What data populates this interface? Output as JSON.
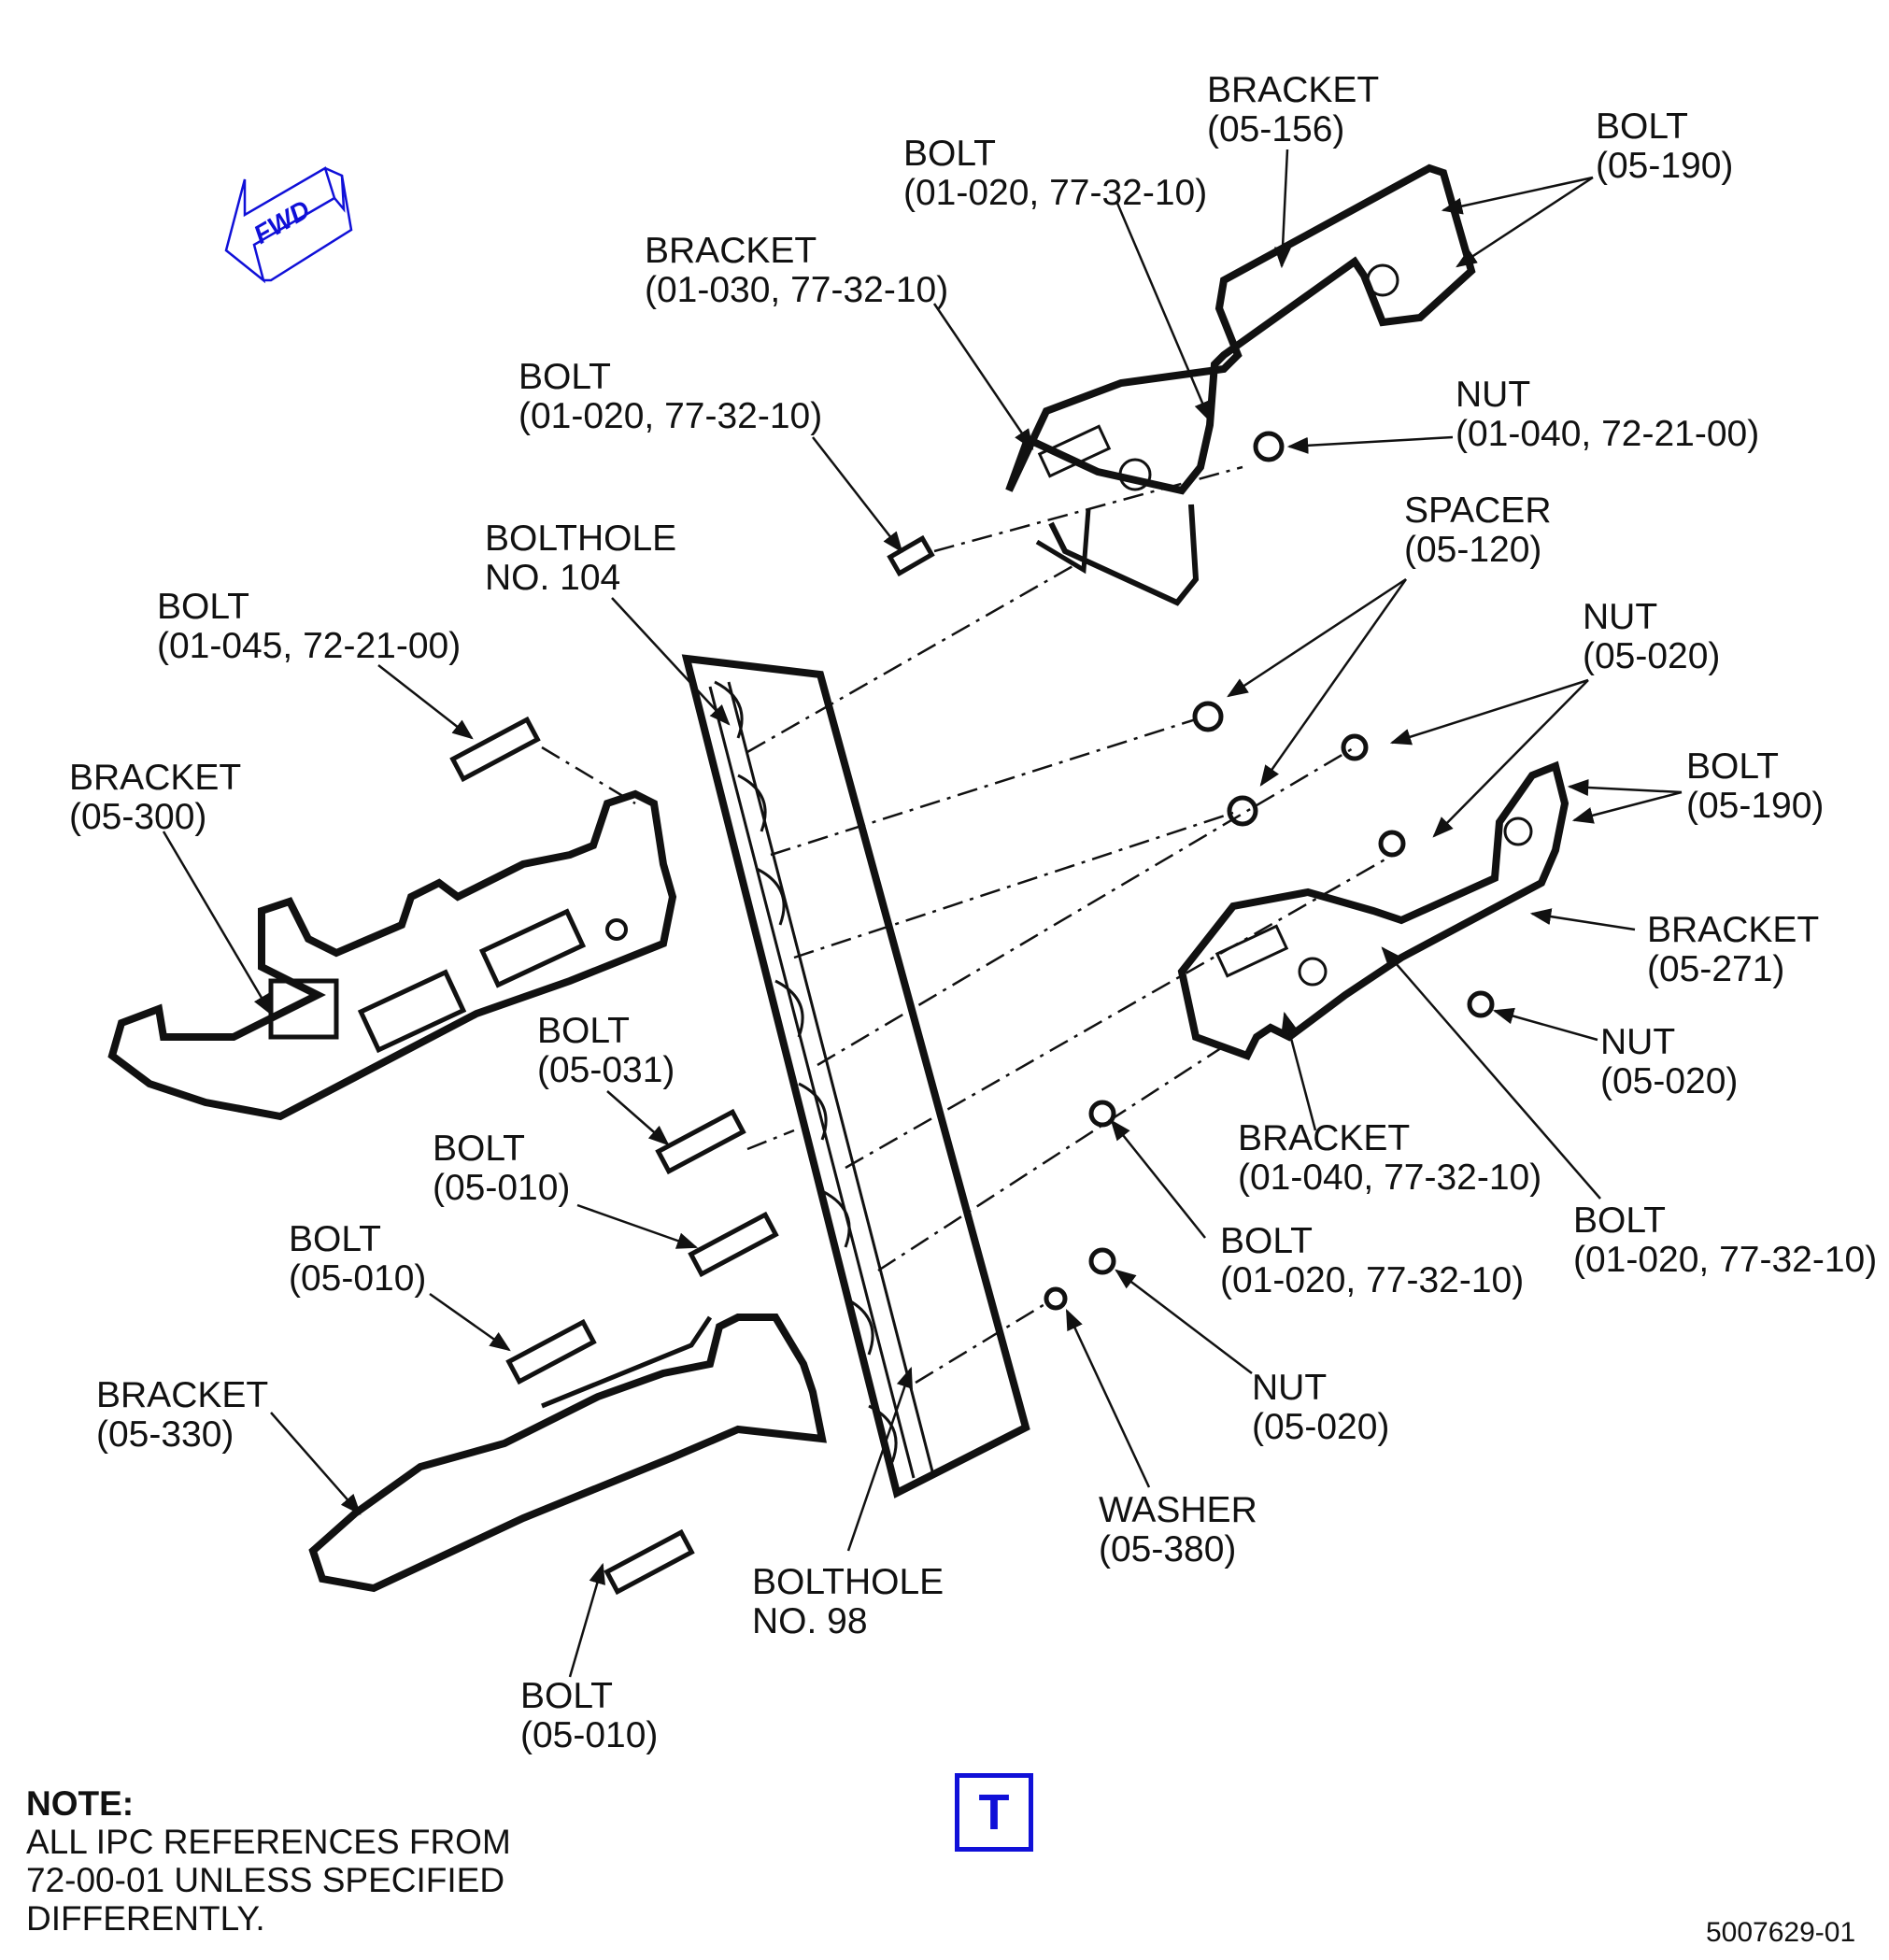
{
  "fwd_label": "FWD",
  "view_tag": "T",
  "drawing_number": "5007629-01",
  "note": {
    "heading": "NOTE:",
    "lines": [
      "ALL IPC REFERENCES FROM",
      "72-00-01 UNLESS SPECIFIED",
      "DIFFERENTLY."
    ]
  },
  "callouts": [
    {
      "id": "bracket-05-156",
      "lines": [
        "BRACKET",
        "(05-156)"
      ]
    },
    {
      "id": "bolt-05-190-top",
      "lines": [
        "BOLT",
        "(05-190)"
      ]
    },
    {
      "id": "bolt-01-020-top",
      "lines": [
        "BOLT",
        "(01-020, 77-32-10)"
      ]
    },
    {
      "id": "bracket-01-030",
      "lines": [
        "BRACKET",
        "(01-030, 77-32-10)"
      ]
    },
    {
      "id": "bolt-01-020-left",
      "lines": [
        "BOLT",
        "(01-020, 77-32-10)"
      ]
    },
    {
      "id": "nut-01-040",
      "lines": [
        "NUT",
        "(01-040, 72-21-00)"
      ]
    },
    {
      "id": "bolthole-104",
      "lines": [
        "BOLTHOLE",
        "NO. 104"
      ]
    },
    {
      "id": "spacer-05-120",
      "lines": [
        "SPACER",
        "(05-120)"
      ]
    },
    {
      "id": "bolt-01-045",
      "lines": [
        "BOLT",
        "(01-045, 72-21-00)"
      ]
    },
    {
      "id": "nut-05-020-a",
      "lines": [
        "NUT",
        "(05-020)"
      ]
    },
    {
      "id": "bracket-05-300",
      "lines": [
        "BRACKET",
        "(05-300)"
      ]
    },
    {
      "id": "bolt-05-190-right",
      "lines": [
        "BOLT",
        "(05-190)"
      ]
    },
    {
      "id": "bracket-05-271",
      "lines": [
        "BRACKET",
        "(05-271)"
      ]
    },
    {
      "id": "nut-05-020-b",
      "lines": [
        "NUT",
        "(05-020)"
      ]
    },
    {
      "id": "bolt-05-031",
      "lines": [
        "BOLT",
        "(05-031)"
      ]
    },
    {
      "id": "bracket-01-040",
      "lines": [
        "BRACKET",
        "(01-040, 77-32-10)"
      ]
    },
    {
      "id": "bolt-05-010-a",
      "lines": [
        "BOLT",
        "(05-010)"
      ]
    },
    {
      "id": "bolt-01-020-right",
      "lines": [
        "BOLT",
        "(01-020, 77-32-10)"
      ]
    },
    {
      "id": "bolt-01-020-mid",
      "lines": [
        "BOLT",
        "(01-020, 77-32-10)"
      ]
    },
    {
      "id": "bolt-05-010-b",
      "lines": [
        "BOLT",
        "(05-010)"
      ]
    },
    {
      "id": "bracket-05-330",
      "lines": [
        "BRACKET",
        "(05-330)"
      ]
    },
    {
      "id": "nut-05-020-c",
      "lines": [
        "NUT",
        "(05-020)"
      ]
    },
    {
      "id": "washer-05-380",
      "lines": [
        "WASHER",
        "(05-380)"
      ]
    },
    {
      "id": "bolthole-98",
      "lines": [
        "BOLTHOLE",
        "NO. 98"
      ]
    },
    {
      "id": "bolt-05-010-c",
      "lines": [
        "BOLT",
        "(05-010)"
      ]
    }
  ]
}
